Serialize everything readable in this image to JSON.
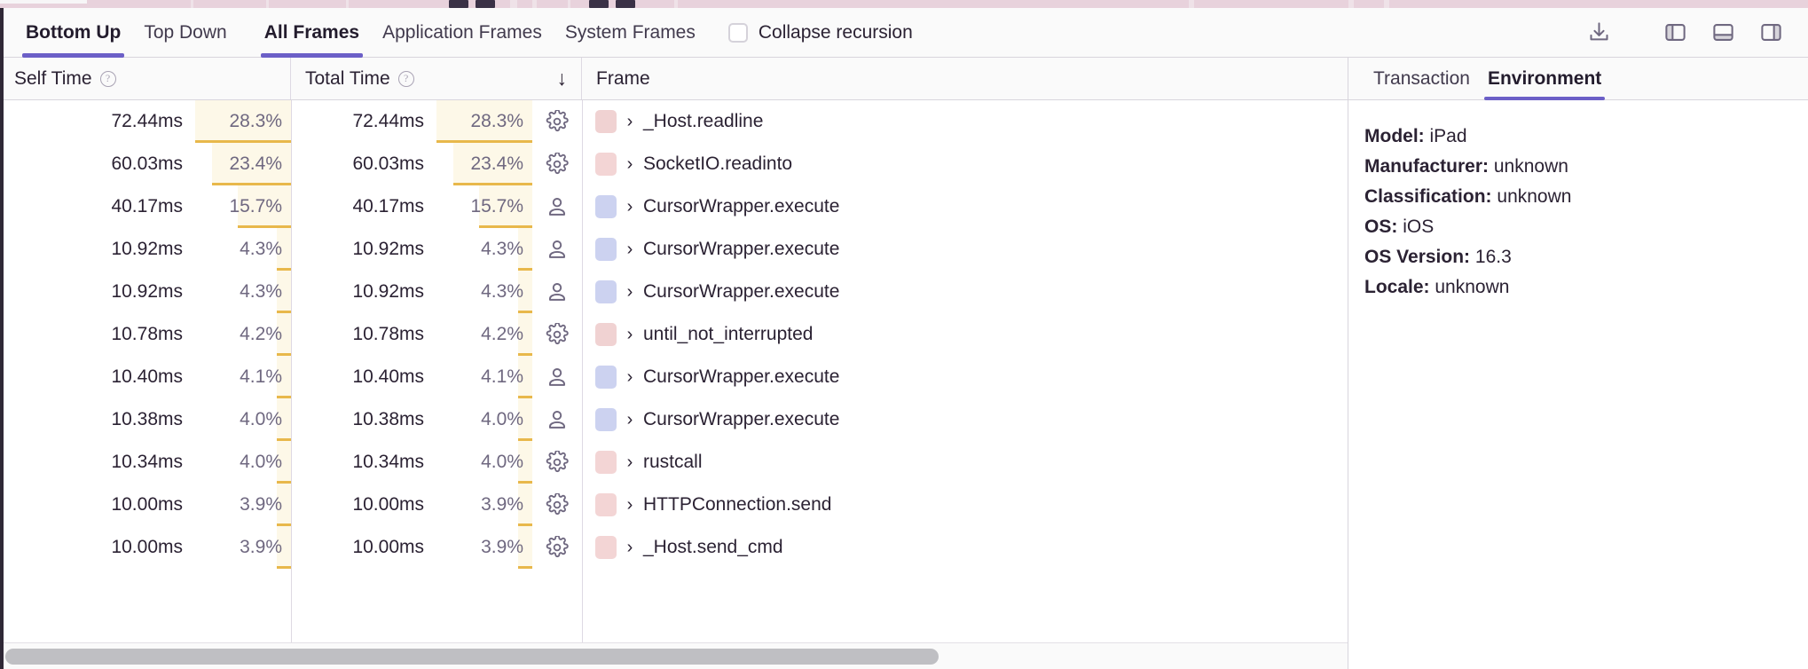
{
  "toolbar": {
    "tabs": [
      {
        "label": "Bottom Up",
        "active": true
      },
      {
        "label": "Top Down",
        "active": false
      }
    ],
    "frame_tabs": [
      {
        "label": "All Frames",
        "active": true
      },
      {
        "label": "Application Frames",
        "active": false
      },
      {
        "label": "System Frames",
        "active": false
      }
    ],
    "collapse_recursion": {
      "label": "Collapse recursion",
      "checked": false
    },
    "actions": [
      {
        "name": "download-icon",
        "title": "Download"
      },
      {
        "name": "left-panel-icon",
        "title": "Toggle left panel"
      },
      {
        "name": "bottom-panel-icon",
        "title": "Toggle bottom panel"
      },
      {
        "name": "right-panel-icon",
        "title": "Toggle right panel"
      }
    ]
  },
  "table": {
    "columns": [
      {
        "label": "Self Time",
        "help": "?",
        "sorted": false
      },
      {
        "label": "Total Time",
        "help": "?",
        "sorted": true,
        "sort_glyph": "↓"
      },
      {
        "label": "Frame"
      }
    ],
    "rows": [
      {
        "self_time": "72.44ms",
        "self_pct": "28.3%",
        "self_pct_value": 28.3,
        "total_time": "72.44ms",
        "total_pct": "28.3%",
        "total_pct_value": 28.3,
        "kind": "system",
        "swatch": "#f0d2d2",
        "chevron": "›",
        "frame": "_Host.readline"
      },
      {
        "self_time": "60.03ms",
        "self_pct": "23.4%",
        "self_pct_value": 23.4,
        "total_time": "60.03ms",
        "total_pct": "23.4%",
        "total_pct_value": 23.4,
        "kind": "system",
        "swatch": "#f3d5d5",
        "chevron": "›",
        "frame": "SocketIO.readinto"
      },
      {
        "self_time": "40.17ms",
        "self_pct": "15.7%",
        "self_pct_value": 15.7,
        "total_time": "40.17ms",
        "total_pct": "15.7%",
        "total_pct_value": 15.7,
        "kind": "application",
        "swatch": "#ccd2f0",
        "chevron": "›",
        "frame": "CursorWrapper.execute"
      },
      {
        "self_time": "10.92ms",
        "self_pct": "4.3%",
        "self_pct_value": 4.3,
        "total_time": "10.92ms",
        "total_pct": "4.3%",
        "total_pct_value": 4.3,
        "kind": "application",
        "swatch": "#ccd2f0",
        "chevron": "›",
        "frame": "CursorWrapper.execute"
      },
      {
        "self_time": "10.92ms",
        "self_pct": "4.3%",
        "self_pct_value": 4.3,
        "total_time": "10.92ms",
        "total_pct": "4.3%",
        "total_pct_value": 4.3,
        "kind": "application",
        "swatch": "#ccd2f0",
        "chevron": "›",
        "frame": "CursorWrapper.execute"
      },
      {
        "self_time": "10.78ms",
        "self_pct": "4.2%",
        "self_pct_value": 4.2,
        "total_time": "10.78ms",
        "total_pct": "4.2%",
        "total_pct_value": 4.2,
        "kind": "system",
        "swatch": "#f0d2d2",
        "chevron": "›",
        "frame": "until_not_interrupted"
      },
      {
        "self_time": "10.40ms",
        "self_pct": "4.1%",
        "self_pct_value": 4.1,
        "total_time": "10.40ms",
        "total_pct": "4.1%",
        "total_pct_value": 4.1,
        "kind": "application",
        "swatch": "#ccd2f0",
        "chevron": "›",
        "frame": "CursorWrapper.execute"
      },
      {
        "self_time": "10.38ms",
        "self_pct": "4.0%",
        "self_pct_value": 4.0,
        "total_time": "10.38ms",
        "total_pct": "4.0%",
        "total_pct_value": 4.0,
        "kind": "application",
        "swatch": "#ccd2f0",
        "chevron": "›",
        "frame": "CursorWrapper.execute"
      },
      {
        "self_time": "10.34ms",
        "self_pct": "4.0%",
        "self_pct_value": 4.0,
        "total_time": "10.34ms",
        "total_pct": "4.0%",
        "total_pct_value": 4.0,
        "kind": "system",
        "swatch": "#f3d5d5",
        "chevron": "›",
        "frame": "rustcall"
      },
      {
        "self_time": "10.00ms",
        "self_pct": "3.9%",
        "self_pct_value": 3.9,
        "total_time": "10.00ms",
        "total_pct": "3.9%",
        "total_pct_value": 3.9,
        "kind": "system",
        "swatch": "#f3d5d5",
        "chevron": "›",
        "frame": "HTTPConnection.send"
      },
      {
        "self_time": "10.00ms",
        "self_pct": "3.9%",
        "self_pct_value": 3.9,
        "total_time": "10.00ms",
        "total_pct": "3.9%",
        "total_pct_value": 3.9,
        "kind": "system",
        "swatch": "#f3d5d5",
        "chevron": "›",
        "frame": "_Host.send_cmd"
      }
    ]
  },
  "detail": {
    "tabs": [
      {
        "label": "Transaction",
        "active": false
      },
      {
        "label": "Environment",
        "active": true
      }
    ],
    "environment": [
      {
        "key": "Model:",
        "value": "iPad"
      },
      {
        "key": "Manufacturer:",
        "value": "unknown"
      },
      {
        "key": "Classification:",
        "value": "unknown"
      },
      {
        "key": "OS:",
        "value": "iOS"
      },
      {
        "key": "OS Version:",
        "value": "16.3"
      },
      {
        "key": "Locale:",
        "value": "unknown"
      }
    ]
  },
  "colors": {
    "accent": "#6c5fc7",
    "pct_bg": "#fdf8e8",
    "pct_bar": "#e8b84b",
    "flame_strip": "#e8d2dc"
  }
}
